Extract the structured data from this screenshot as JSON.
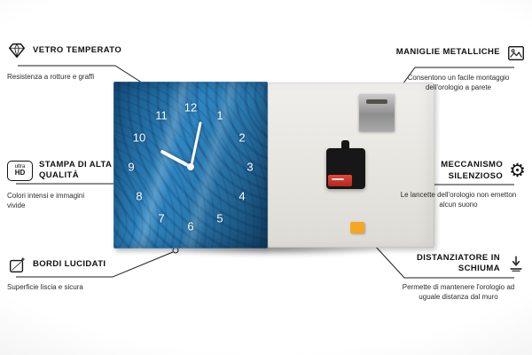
{
  "callouts": {
    "tempered_glass": {
      "title": "VETRO TEMPERATO",
      "subtitle": "Resistenza a rotture e graffi",
      "icon": "diamond-icon"
    },
    "metal_handles": {
      "title": "MANIGLIE METALLICHE",
      "subtitle": "Consentono un facile montaggio dell'orologio a parete",
      "icon": "picture-frame-icon"
    },
    "print_quality": {
      "title": "STAMPA DI ALTA QUALITÀ",
      "subtitle": "Colori intensi e immagini vivide",
      "icon": "ultra-hd-icon",
      "icon_text_top": "ultra",
      "icon_text_bottom": "HD"
    },
    "silent_mechanism": {
      "title": "MECCANISMO SILENZIOSO",
      "subtitle": "Le lancette dell'orologio non emetton alcun suono",
      "icon": "gear-icon",
      "gear_char": "⚙"
    },
    "polished_edges": {
      "title": "BORDI LUCIDATI",
      "subtitle": "Superficie liscia e sicura",
      "icon": "polished-edge-icon"
    },
    "foam_spacer": {
      "title": "DISTANZIATORE IN SCHIUMA",
      "subtitle": "Permette di mantenere l'orologio ad uguale distanza dal muro",
      "icon": "spacer-arrow-icon"
    }
  },
  "clock": {
    "numbers": [
      "1",
      "2",
      "3",
      "4",
      "5",
      "6",
      "7",
      "8",
      "9",
      "10",
      "11",
      "12"
    ]
  },
  "colors": {
    "clock_blue": "#2f86c2",
    "foam_orange": "#f5a623",
    "line_dark": "#1d1d1d",
    "back_panel": "#e6e5e0"
  }
}
